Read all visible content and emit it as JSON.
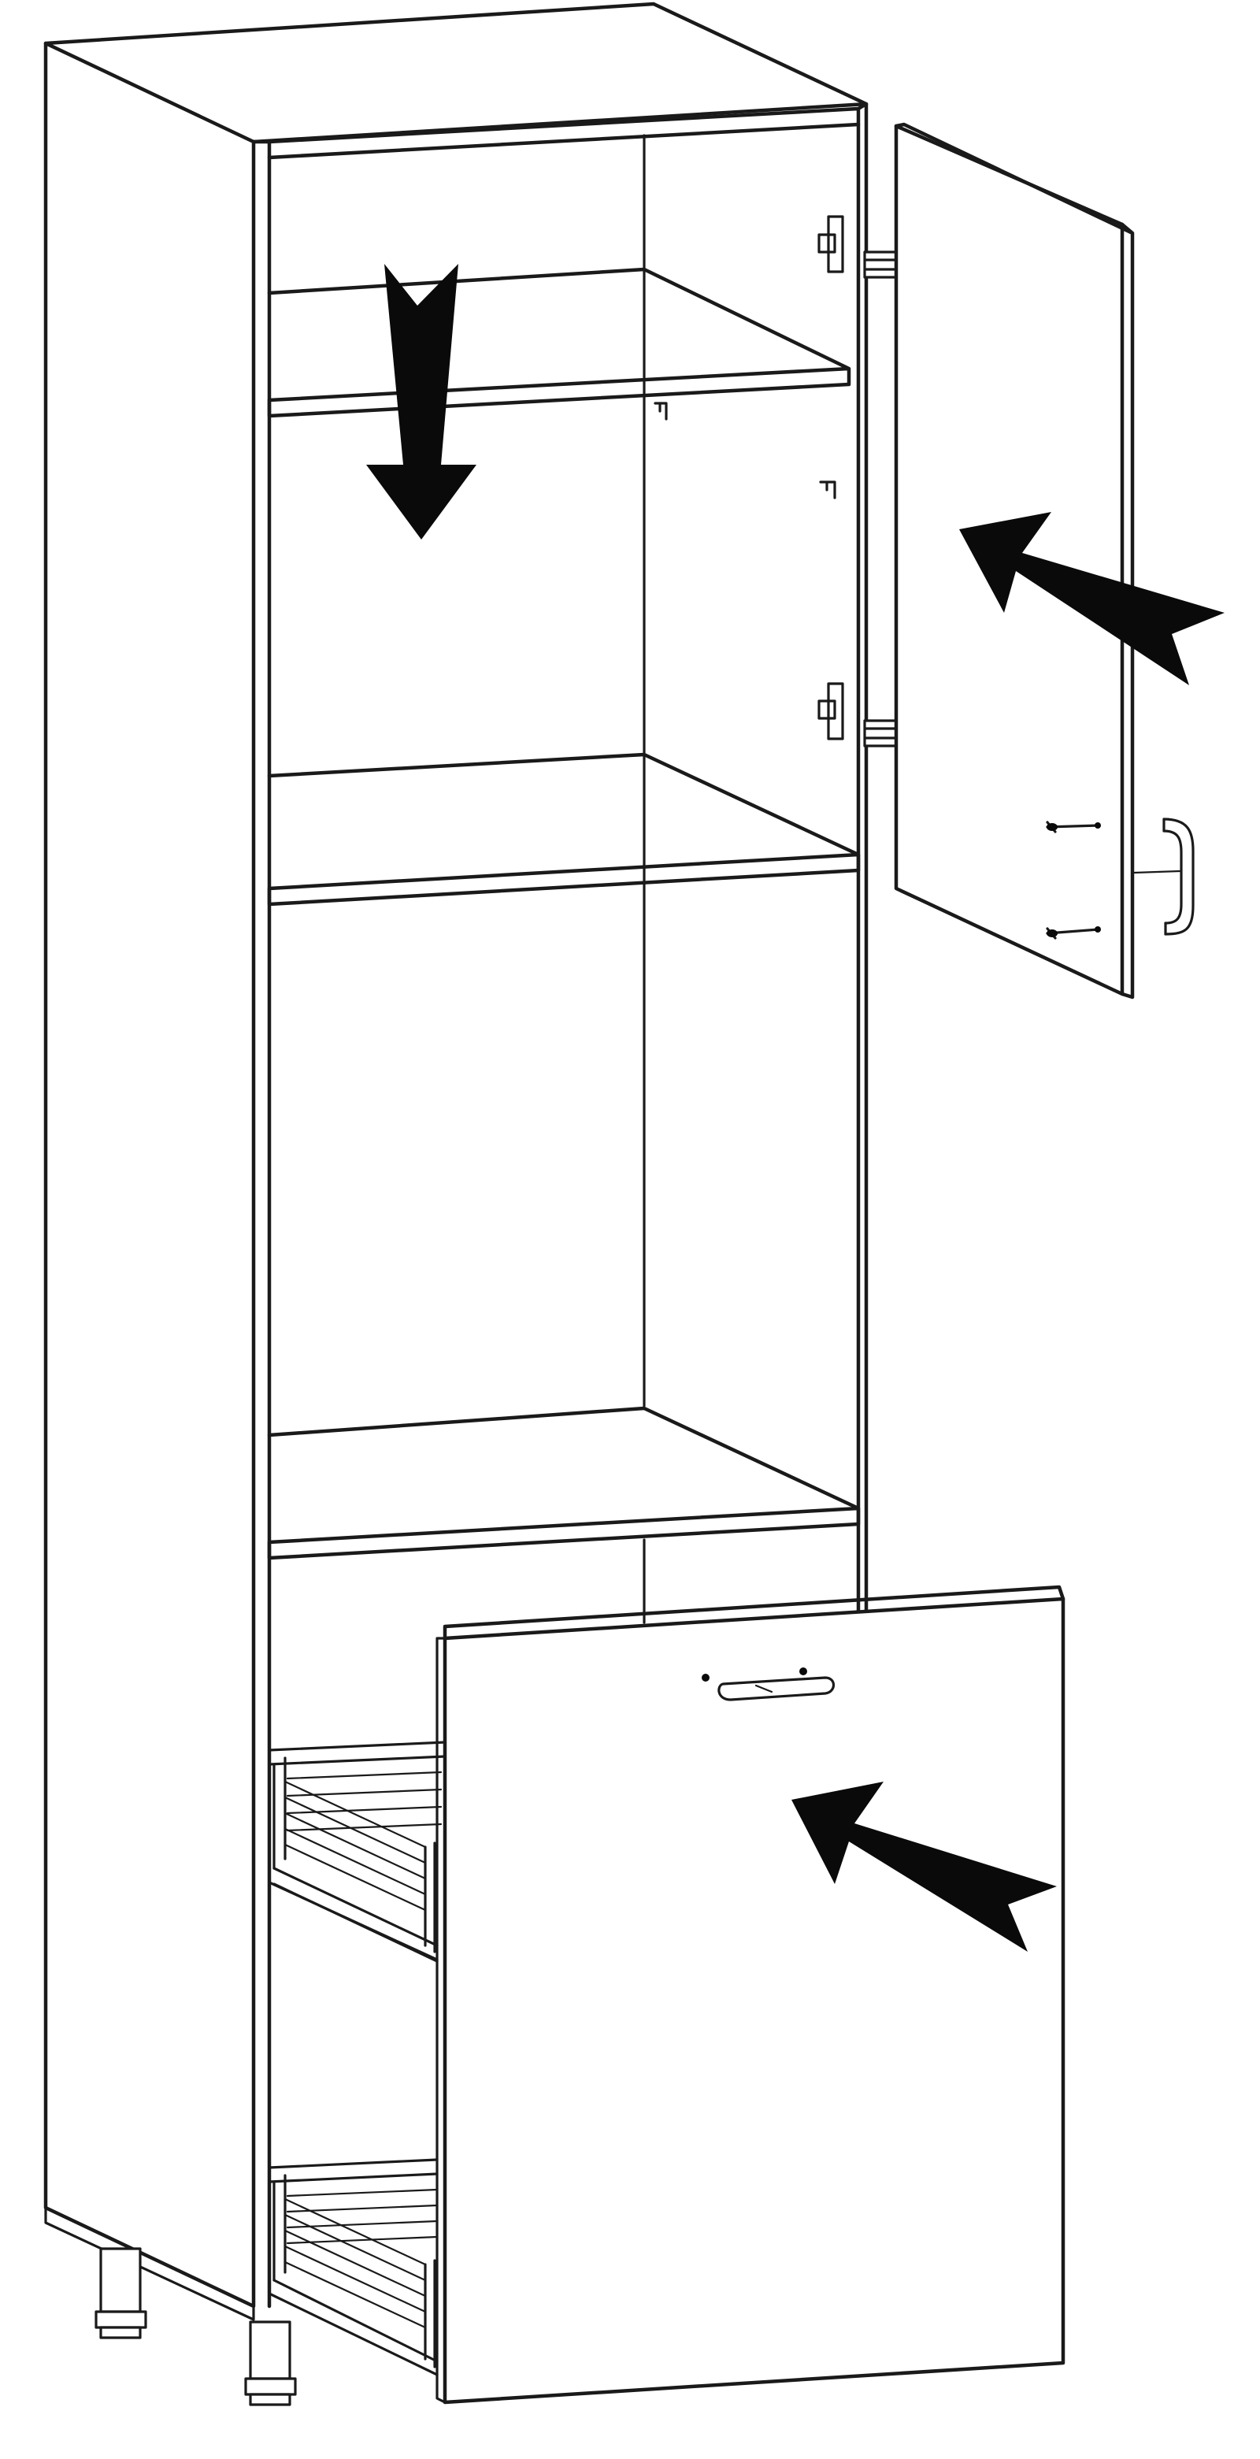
{
  "figure": {
    "kind": "assembly-diagram",
    "subject": "tall-kitchen-cabinet",
    "line_color": "#1a1a1a",
    "background": "#ffffff",
    "parts": {
      "cabinet": [
        "left-side-panel",
        "top-panel",
        "back-panel",
        "upper-shelf",
        "middle-shelf",
        "lower-shelf",
        "right-side-edge"
      ],
      "hardware": [
        "hinge-upper",
        "hinge-lower",
        "door-handle",
        "drawer-handle",
        "screws",
        "leveling-feet"
      ],
      "fronts": [
        "upper-door",
        "pull-out-front"
      ],
      "baskets": [
        "upper-wire-basket",
        "lower-wire-basket"
      ],
      "arrows": [
        "arrow-shelf-down",
        "arrow-door-attach",
        "arrow-front-attach"
      ]
    },
    "icons": [
      "arrow-down-icon",
      "arrow-diagonal-icon",
      "hinge-icon",
      "handle-icon",
      "screw-icon",
      "foot-icon"
    ]
  }
}
